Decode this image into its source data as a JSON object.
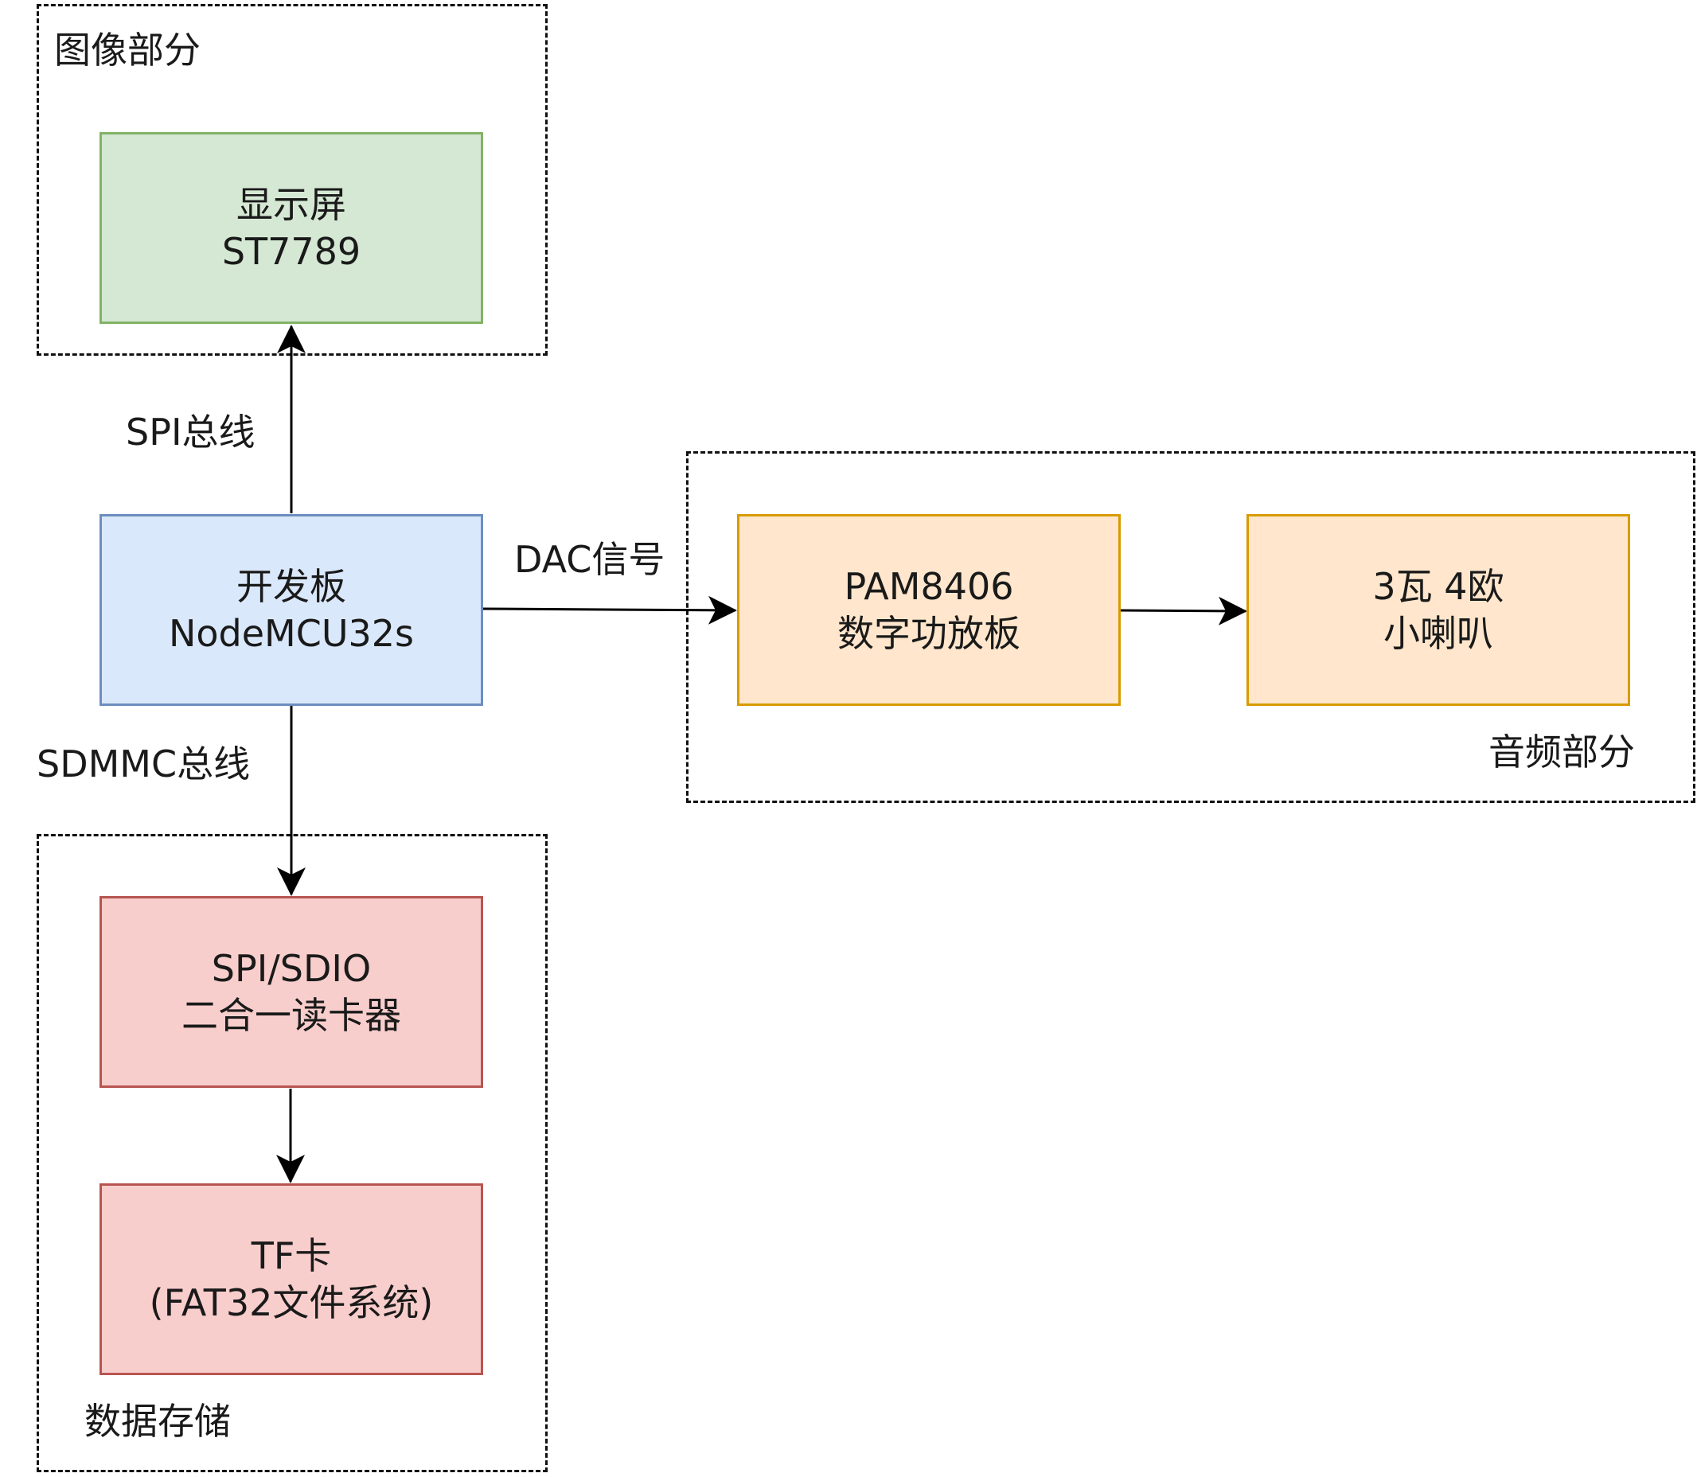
{
  "groups": {
    "image": {
      "label": "图像部分"
    },
    "audio": {
      "label": "音频部分"
    },
    "storage": {
      "label": "数据存储"
    }
  },
  "blocks": {
    "display": {
      "line1": "显示屏",
      "line2": "ST7789"
    },
    "board": {
      "line1": "开发板",
      "line2": "NodeMCU32s"
    },
    "amp": {
      "line1": "PAM8406",
      "line2": "数字功放板"
    },
    "speaker": {
      "line1": "3瓦 4欧",
      "line2": "小喇叭"
    },
    "reader": {
      "line1": "SPI/SDIO",
      "line2": "二合一读卡器"
    },
    "tfcard": {
      "line1": "TF卡",
      "line2": "(FAT32文件系统)"
    }
  },
  "edges": {
    "spi": "SPI总线",
    "dac": "DAC信号",
    "sdmmc": "SDMMC总线"
  }
}
